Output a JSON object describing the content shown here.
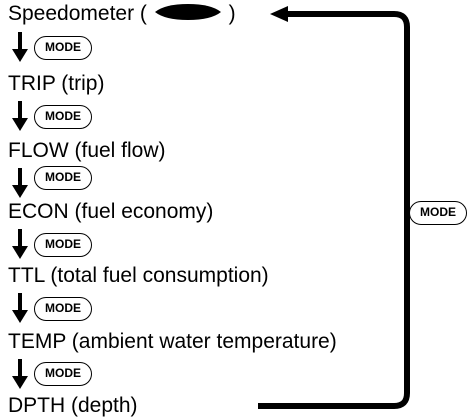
{
  "modes": [
    {
      "label": "Speedometer (",
      "suffix": ")"
    },
    {
      "label": "TRIP (trip)"
    },
    {
      "label": "FLOW (fuel flow)"
    },
    {
      "label": "ECON (fuel economy)"
    },
    {
      "label": "TTL (total fuel consumption)"
    },
    {
      "label": "TEMP (ambient water temperature)"
    },
    {
      "label": "DPTH (depth)"
    }
  ],
  "button_label": "MODE",
  "colors": {
    "line": "#000000",
    "background": "#ffffff"
  }
}
